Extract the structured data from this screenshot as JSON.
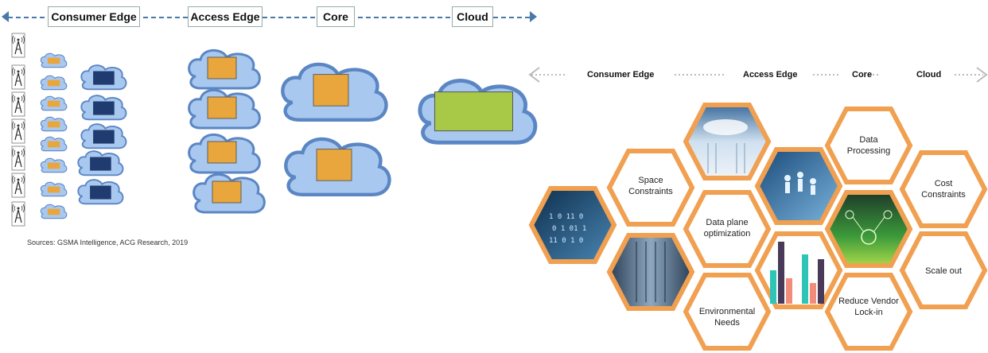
{
  "top_diagram": {
    "labels": [
      "Consumer Edge",
      "Access Edge",
      "Core",
      "Cloud"
    ],
    "sources": "Sources:  GSMA Intelligence, ACG Research, 2019"
  },
  "right_diagram": {
    "labels": [
      "Consumer Edge",
      "Access Edge",
      "Core",
      "Cloud"
    ],
    "hexagons": {
      "space": "Space Constraints",
      "data_plane": "Data plane optimization",
      "env": "Environmental Needs",
      "data_proc": "Data Processing",
      "cost": "Cost Constraints",
      "scale": "Scale out",
      "vendor": "Reduce Vendor Lock-in"
    }
  },
  "colors": {
    "hex_border": "#f0a050",
    "dash_blue": "#4a78a8",
    "cloud_fill": "#a9c8ef",
    "cloud_stroke": "#5b86c4",
    "chip_orange": "#e8a63c",
    "chip_navy": "#1f3b70",
    "chip_green": "#a8c848"
  }
}
